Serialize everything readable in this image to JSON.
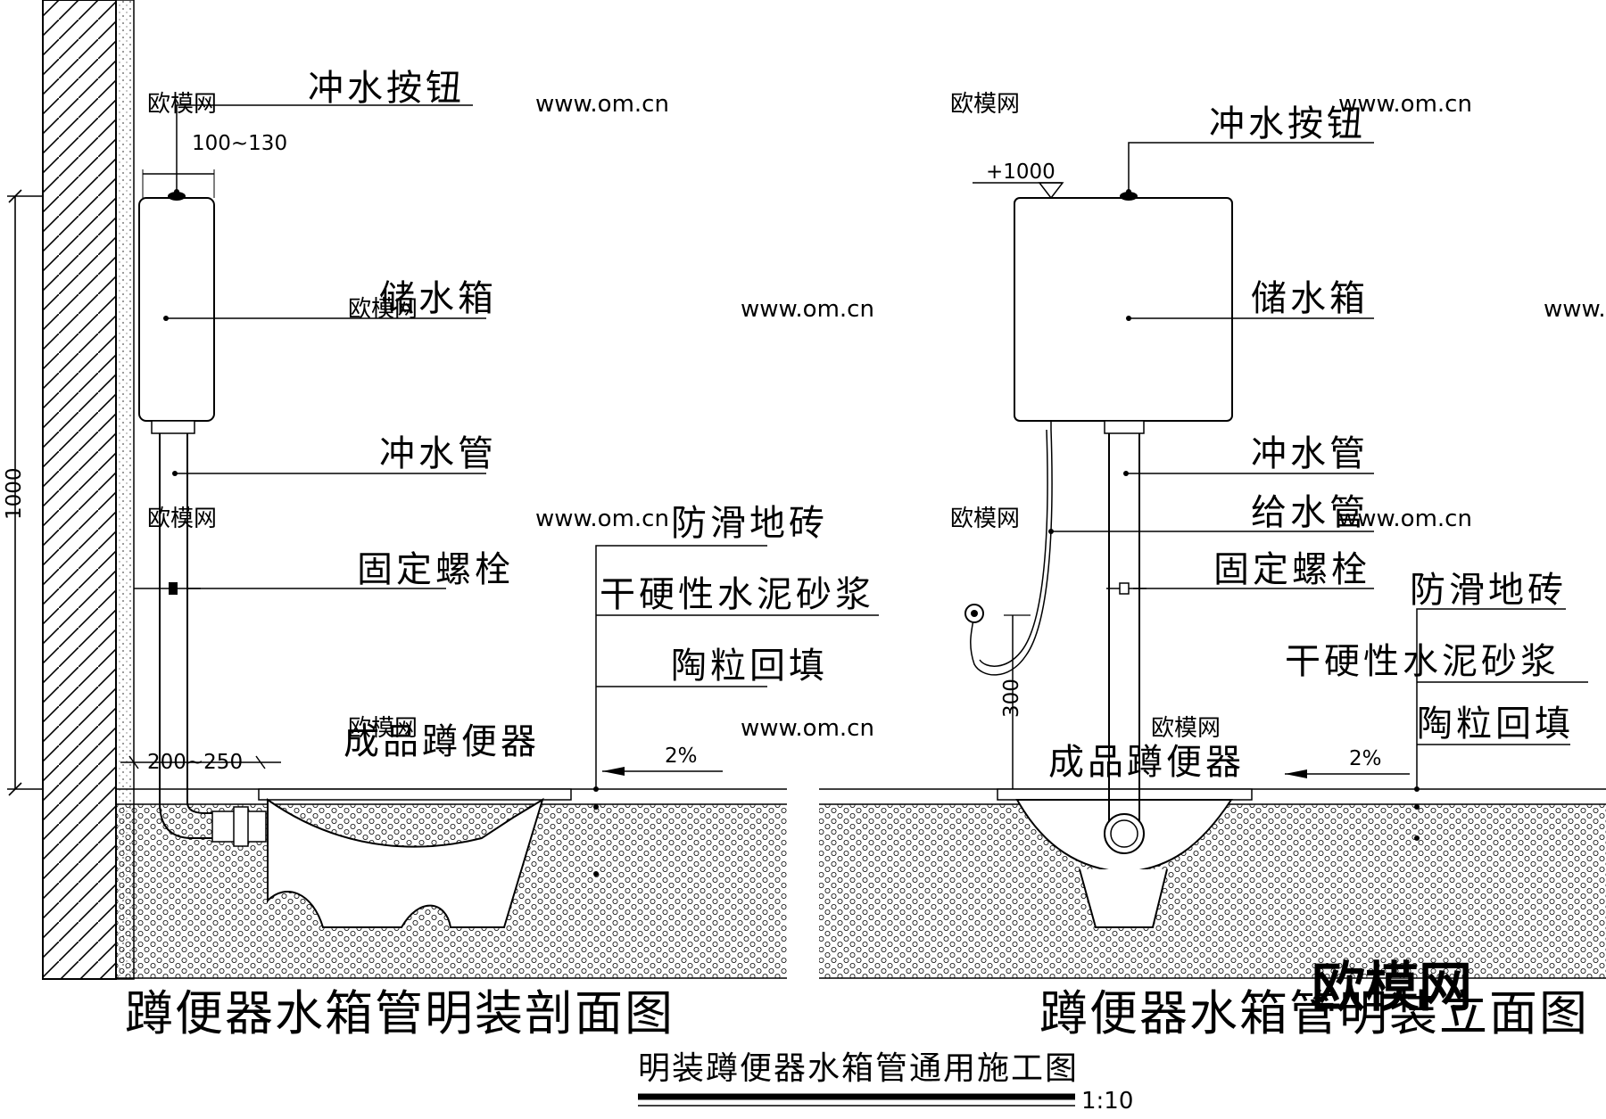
{
  "left_section": {
    "title": "蹲便器水箱管明装剖面图",
    "labels": {
      "flush_button": "冲水按钮",
      "tank": "储水箱",
      "flush_pipe": "冲水管",
      "bolt": "固定螺栓",
      "tile": "防滑地砖",
      "mortar": "干硬性水泥砂浆",
      "backfill": "陶粒回填",
      "toilet": "成品蹲便器"
    },
    "dims": {
      "button_offset": "100~130",
      "tank_height": "1000",
      "wall_offset": "200~250",
      "slope": "2%"
    }
  },
  "right_section": {
    "title": "蹲便器水箱管明装立面图",
    "labels": {
      "flush_button": "冲水按钮",
      "tank": "储水箱",
      "flush_pipe": "冲水管",
      "supply_pipe": "给水管",
      "bolt": "固定螺栓",
      "tile": "防滑地砖",
      "mortar": "干硬性水泥砂浆",
      "backfill": "陶粒回填",
      "toilet": "成品蹲便器"
    },
    "dims": {
      "elevation": "+1000",
      "supply_height": "300",
      "slope": "2%"
    }
  },
  "drawing_title": "明装蹲便器水箱管通用施工图",
  "scale": "1:10",
  "watermarks": {
    "brand": "欧模网",
    "url": "www.om.cn"
  }
}
